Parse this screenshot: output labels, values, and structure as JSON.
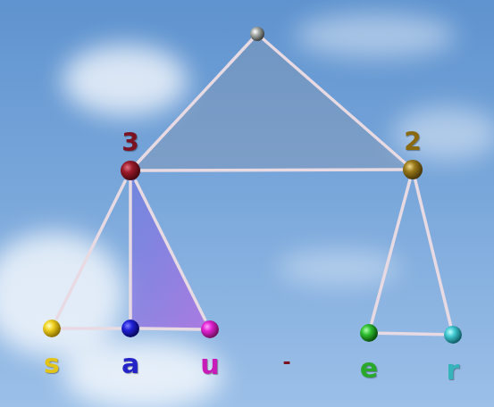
{
  "diagram": {
    "nodes": [
      {
        "text": [
          "3"
        ]
      },
      {
        "text": [
          "2"
        ]
      },
      {
        "text": [
          "s"
        ]
      },
      {
        "text": [
          "a"
        ]
      },
      {
        "text": [
          "u"
        ]
      },
      {
        "text": [
          "e"
        ]
      },
      {
        "text": [
          "r"
        ]
      }
    ],
    "edges": [
      {
        "from": 0,
        "to": 1,
        "arrow": "none"
      },
      {
        "from": 0,
        "to": 2,
        "arrow": "none"
      },
      {
        "from": 0,
        "to": 3,
        "arrow": "none"
      },
      {
        "from": 0,
        "to": 4,
        "arrow": "none"
      },
      {
        "from": 2,
        "to": 3,
        "arrow": "none"
      },
      {
        "from": 3,
        "to": 4,
        "arrow": "none"
      },
      {
        "from": 1,
        "to": 5,
        "arrow": "none"
      },
      {
        "from": 1,
        "to": 6,
        "arrow": "none"
      },
      {
        "from": 5,
        "to": 6,
        "arrow": "none"
      }
    ],
    "labels": [
      "-"
    ]
  }
}
